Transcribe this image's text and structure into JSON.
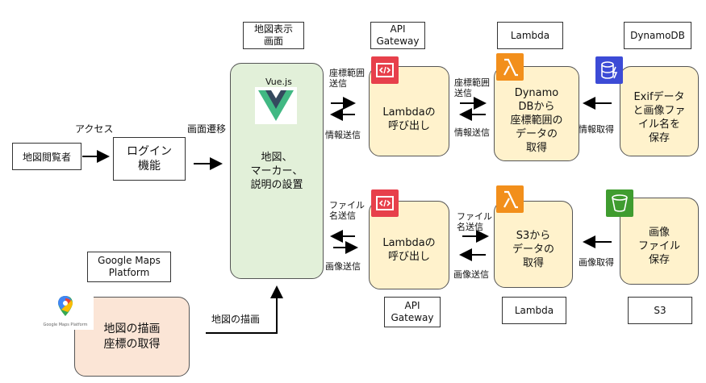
{
  "nodes": {
    "viewer": "地図閲覧者",
    "login": "ログイン\n機能",
    "map_screen_label": "地図表示\n画面",
    "vue_label": "Vue.js",
    "map_setup": "地図、\nマーカー、\n説明の設置",
    "api_gateway_top": "API\nGateway",
    "lambda_call_top": "Lambdaの\n呼び出し",
    "lambda_top_label": "Lambda",
    "lambda_process_top": "Dynamo\nDBから\n座標範囲の\nデータの\n取得",
    "dynamodb_label": "DynamoDB",
    "dynamodb_store": "Exifデータ\nと画像ファ\nイル名を\n保存",
    "lambda_call_bottom": "Lambdaの\n呼び出し",
    "lambda_process_bottom": "S3から\nデータの\n取得",
    "s3_store": "画像\nファイル\n保存",
    "api_gateway_bottom": "API\nGateway",
    "lambda_bottom_label": "Lambda",
    "s3_label": "S3",
    "google_maps_label": "Google Maps\nPlatform",
    "google_maps_logo_text": "Google Maps Platform",
    "map_draw": "地図の描画\n座標の取得"
  },
  "edges": {
    "access": "アクセス",
    "screen_transition": "画面遷移",
    "coord_send_1": "座標範囲\n送信",
    "info_send_1": "情報送信",
    "coord_send_2": "座標範囲\n送信",
    "info_send_2": "情報送信",
    "info_get": "情報取得",
    "file_send_1": "ファイル\n名送信",
    "image_send_1": "画像送信",
    "file_send_2": "ファイル\n名送信",
    "image_send_2": "画像送信",
    "image_get": "画像取得",
    "map_draw_edge": "地図の描画"
  },
  "icons": {
    "vue": "vue-logo-icon",
    "api_gateway": "api-gateway-icon",
    "lambda": "lambda-icon",
    "dynamodb": "dynamodb-icon",
    "s3": "s3-bucket-icon",
    "google_maps": "google-maps-pin-icon"
  },
  "colors": {
    "yellow_fill": "#fff2cc",
    "green_fill": "#e2f0d9",
    "peach_fill": "#fbe5d6",
    "api_gateway_red": "#e7404b",
    "lambda_orange": "#f28f1b",
    "dynamodb_blue": "#3c4bd6",
    "s3_green": "#3f9c2f",
    "vue_green": "#41b883",
    "vue_dark": "#34495e"
  }
}
